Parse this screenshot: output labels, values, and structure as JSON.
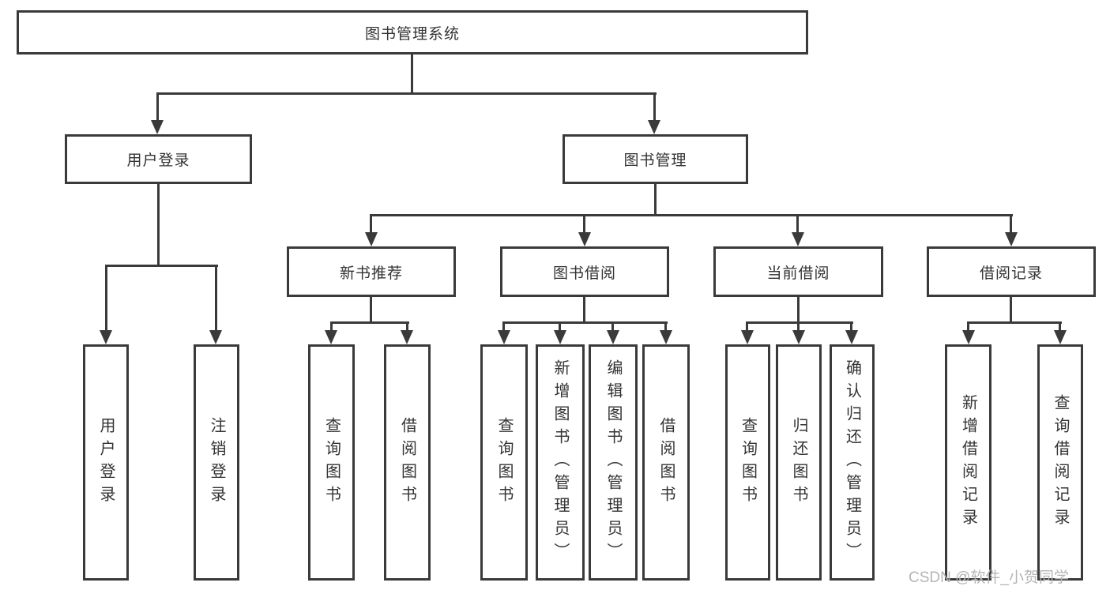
{
  "nodes": {
    "root": "图书管理系统",
    "user_login": "用户登录",
    "book_mgmt": "图书管理",
    "new_book_rec": "新书推荐",
    "book_borrow": "图书借阅",
    "current_borrow": "当前借阅",
    "borrow_records": "借阅记录",
    "leaf_user_login": "用户登录",
    "leaf_logout": "注销登录",
    "leaf_nb_query": "查询图书",
    "leaf_nb_borrow": "借阅图书",
    "leaf_bb_query": "查询图书",
    "leaf_bb_add": "新增图书（管理员）",
    "leaf_bb_edit": "编辑图书（管理员）",
    "leaf_bb_borrow": "借阅图书",
    "leaf_cb_query": "查询图书",
    "leaf_cb_return": "归还图书",
    "leaf_cb_confirm": "确认归还（管理员）",
    "leaf_br_add": "新增借阅记录",
    "leaf_br_query": "查询借阅记录"
  },
  "watermark": "CSDN @软件_小贺同学",
  "colors": {
    "line": "#3a3a3a",
    "text": "#333333",
    "watermark": "#b5b5b5",
    "background": "#ffffff"
  }
}
